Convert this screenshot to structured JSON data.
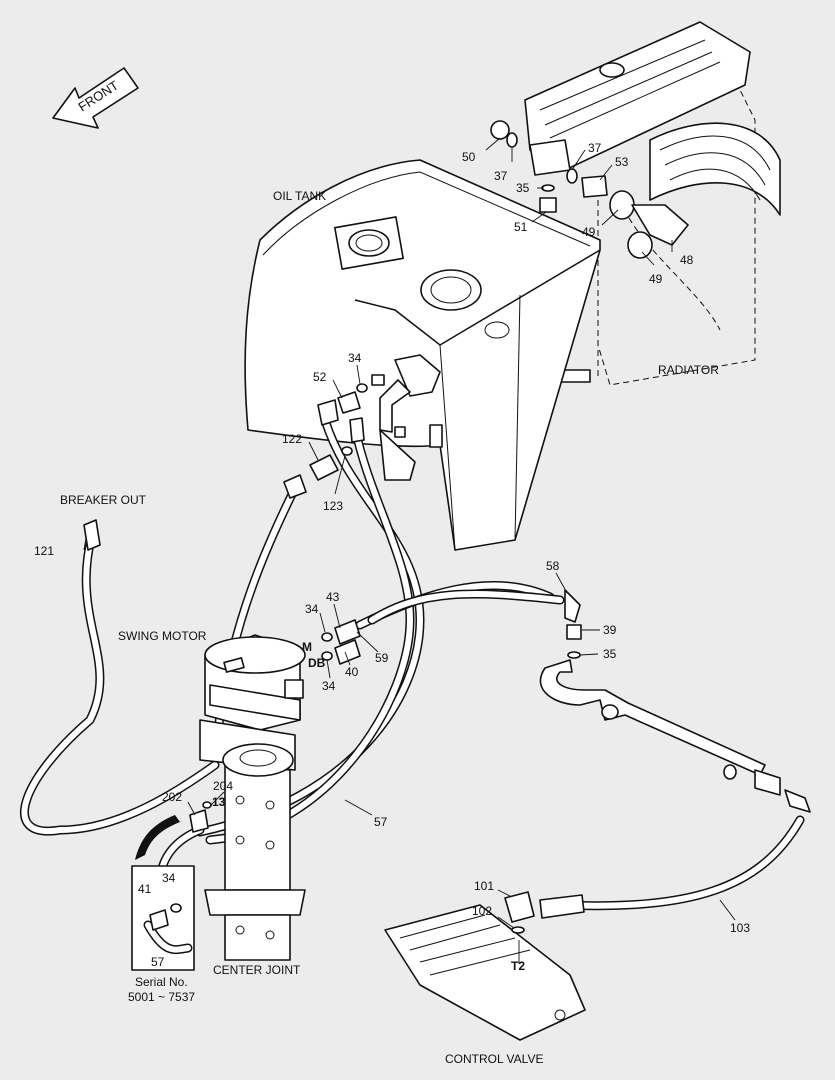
{
  "diagram": {
    "front_label": "FRONT",
    "components": {
      "oil_tank": "OIL TANK",
      "radiator": "RADIATOR",
      "breaker_out": "BREAKER OUT",
      "swing_motor": "SWING MOTOR",
      "center_joint": "CENTER JOINT",
      "control_valve": "CONTROL VALVE"
    },
    "port_labels": {
      "m": "M",
      "db": "DB",
      "port_13": "13",
      "t2": "T2"
    },
    "inset": {
      "serial_label": "Serial No.",
      "serial_range": "5001 ~ 7537",
      "parts": [
        "34",
        "41",
        "57"
      ]
    },
    "callouts": [
      "50",
      "37",
      "37",
      "53",
      "35",
      "51",
      "49",
      "49",
      "48",
      "34",
      "52",
      "122",
      "123",
      "121",
      "58",
      "43",
      "34",
      "39",
      "35",
      "59",
      "40",
      "34",
      "202",
      "204",
      "57",
      "101",
      "102",
      "103"
    ]
  }
}
